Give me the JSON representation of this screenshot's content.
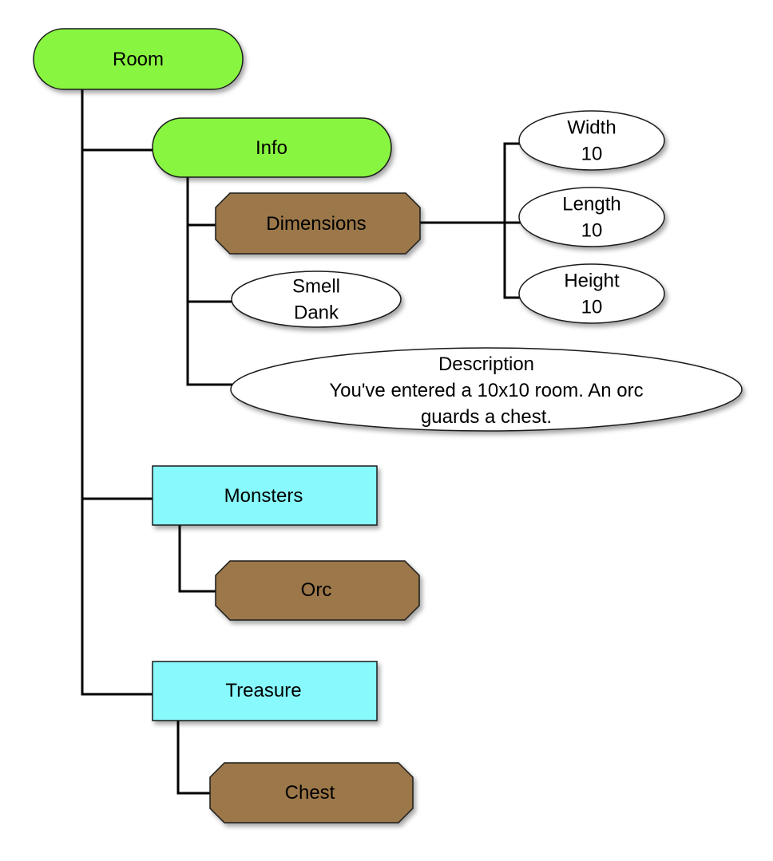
{
  "colors": {
    "green": "#88f540",
    "cyan": "#88fafd",
    "brown": "#9b7748",
    "white": "#ffffff",
    "line": "#000000"
  },
  "nodes": {
    "room": {
      "lines": [
        "Room"
      ]
    },
    "info": {
      "lines": [
        "Info"
      ]
    },
    "dimensions": {
      "lines": [
        "Dimensions"
      ]
    },
    "width": {
      "lines": [
        "Width",
        "10"
      ]
    },
    "length": {
      "lines": [
        "Length",
        "10"
      ]
    },
    "height": {
      "lines": [
        "Height",
        "10"
      ]
    },
    "smell": {
      "lines": [
        "Smell",
        "Dank"
      ]
    },
    "description": {
      "lines": [
        "Description",
        "You've entered a 10x10 room. An orc",
        "guards a chest."
      ]
    },
    "monsters": {
      "lines": [
        "Monsters"
      ]
    },
    "orc": {
      "lines": [
        "Orc"
      ]
    },
    "treasure": {
      "lines": [
        "Treasure"
      ]
    },
    "chest": {
      "lines": [
        "Chest"
      ]
    }
  }
}
